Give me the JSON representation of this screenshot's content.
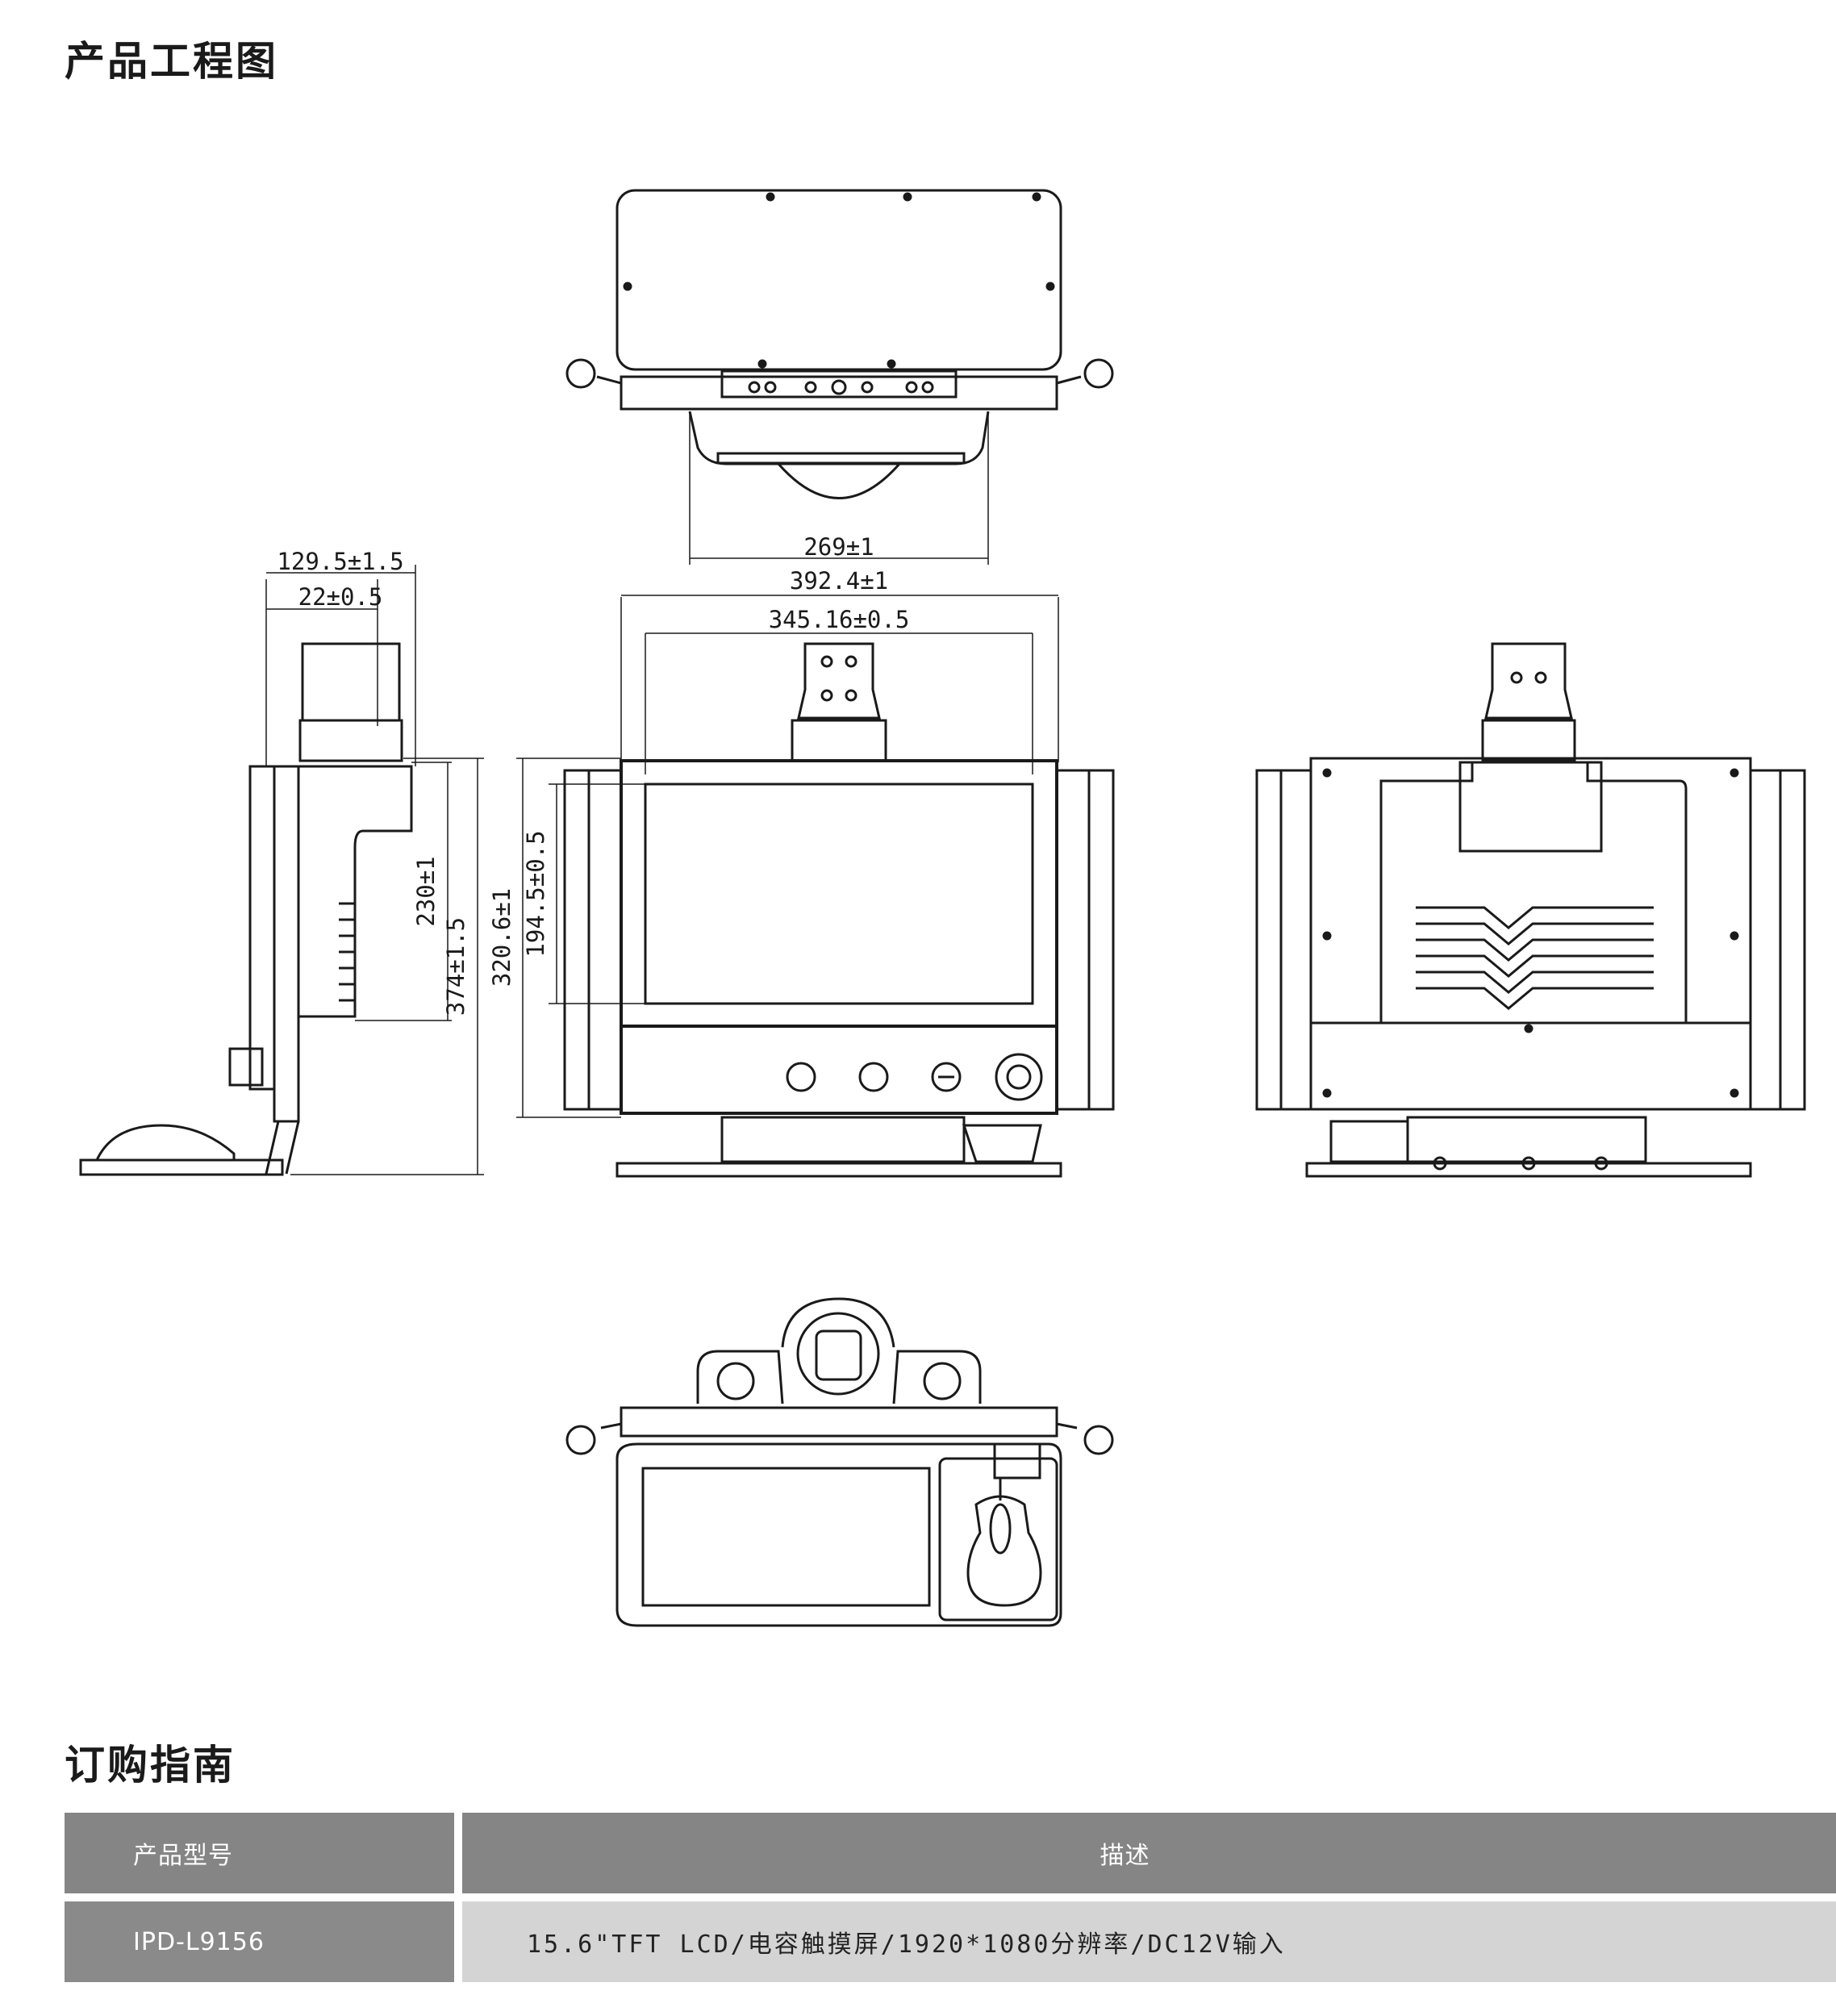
{
  "titles": {
    "engineering": "产品工程图",
    "ordering": "订购指南"
  },
  "dimensions": {
    "top_inner_width": "269±1",
    "front_overall_width": "392.4±1",
    "front_screen_width": "345.16±0.5",
    "side_depth": "129.5±1.5",
    "side_offset": "22±0.5",
    "side_height_230": "230±1",
    "side_height_374": "374±1.5",
    "front_height_320": "320.6±1",
    "front_screen_height": "194.5±0.5"
  },
  "table": {
    "headers": {
      "model": "产品型号",
      "description": "描述"
    },
    "rows": [
      {
        "model": "IPD-L9156",
        "description": "15.6\"TFT LCD/电容触摸屏/1920*1080分辨率/DC12V输入"
      }
    ]
  }
}
